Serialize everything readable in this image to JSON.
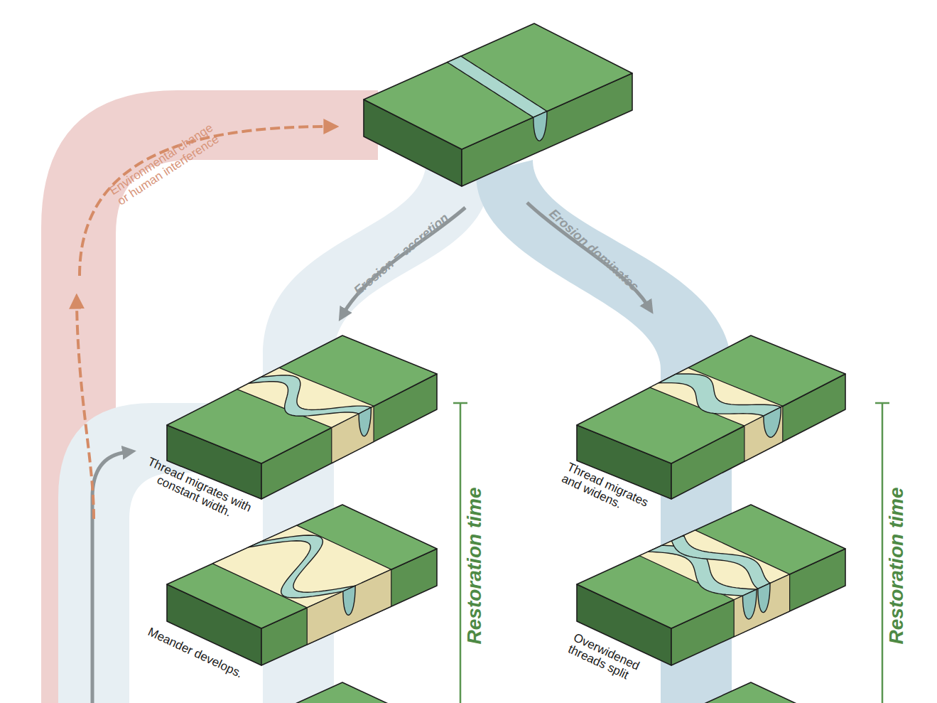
{
  "diagram": {
    "nodes": [
      {
        "text": [
          "Thread migrates with constant width."
        ]
      },
      {
        "text": [
          "Thread migrates and widens."
        ]
      },
      {
        "text": [
          "Meander develops."
        ]
      },
      {
        "text": [
          "Overwidened threads split"
        ]
      }
    ],
    "labels": [
      "Environmental change or human interference",
      "Erosion = accretion",
      "Erosion dominates",
      "Restoration time",
      "Restoration time"
    ]
  }
}
